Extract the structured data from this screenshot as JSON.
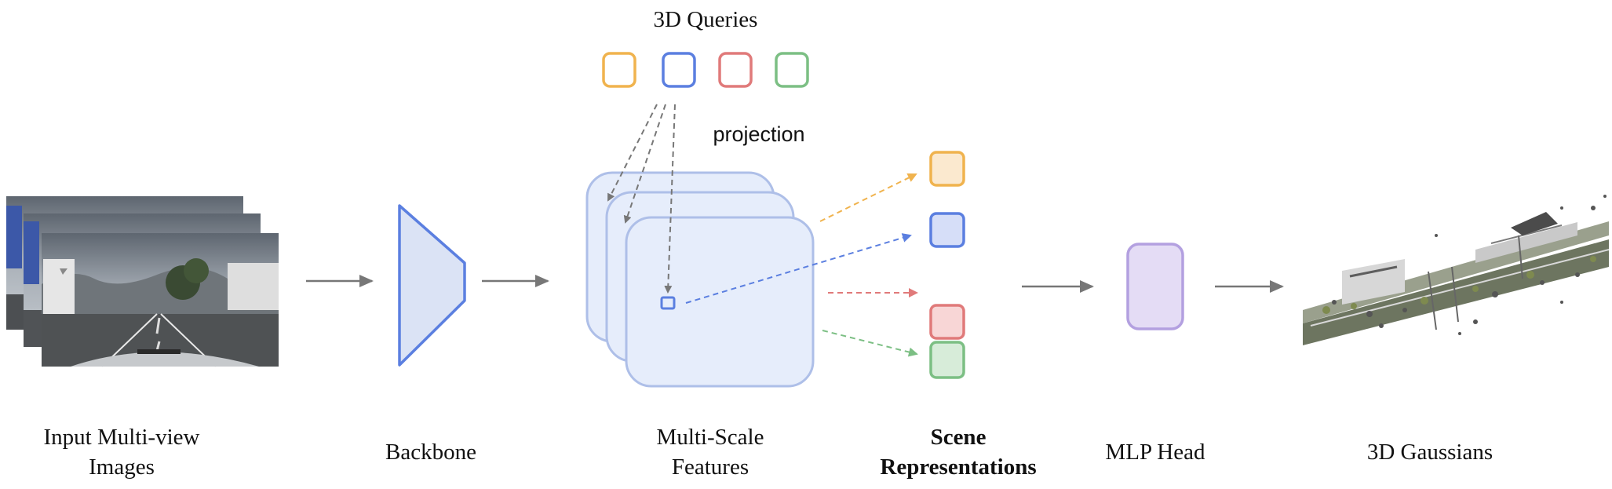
{
  "title": "3D Queries",
  "projection_label": "projection",
  "labels": {
    "input": [
      "Input Multi-view",
      "Images"
    ],
    "backbone": "Backbone",
    "features": [
      "Multi-Scale",
      "Features"
    ],
    "scene": [
      "Scene",
      "Representations"
    ],
    "mlp": "MLP Head",
    "gaussians": "3D Gaussians"
  },
  "colors": {
    "query_yellow": "#f0b34e",
    "query_blue": "#5b7fe0",
    "query_red": "#e07a7a",
    "query_green": "#7cbf84",
    "feature_fill": "#e6edfb",
    "feature_stroke": "#aebfe8",
    "backbone_fill": "#dbe3f5",
    "backbone_stroke": "#5b7fe0",
    "mlp_fill": "#e4dcf5",
    "mlp_stroke": "#b3a0e0",
    "arrow_gray": "#777777"
  }
}
